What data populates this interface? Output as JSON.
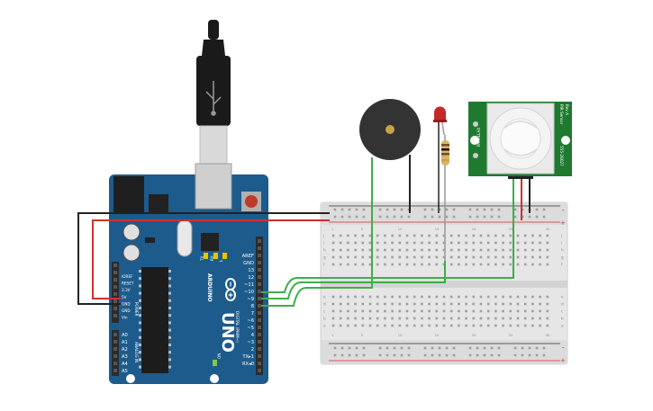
{
  "arduino": {
    "brand": "ARDUINO",
    "model": "UNO",
    "header_digital": [
      "AREF",
      "GND",
      "13",
      "12",
      "~11",
      "~10",
      "~9",
      "8",
      "7",
      "~6",
      "~5",
      "4",
      "~3",
      "2",
      "TX▸1",
      "RX◂0"
    ],
    "digital_title": "DIGITAL (PWM~)",
    "header_power": [
      "IOREF",
      "RESET",
      "3.3V",
      "5V",
      "GND",
      "GND",
      "Vin"
    ],
    "power_title": "POWER",
    "header_analog": [
      "A0",
      "A1",
      "A2",
      "A3",
      "A4",
      "A5"
    ],
    "analog_title": "ANALOG IN",
    "tx_label": "TX",
    "rx_label": "RX",
    "l_label": "L",
    "on_label": "ON"
  },
  "pir": {
    "title": "PIR Sensor",
    "subtitle": "Rev A",
    "side_label": "PARALLAX",
    "part_no": "555-28027"
  },
  "breadboard": {
    "row_letters_top": [
      "j",
      "i",
      "h",
      "g",
      "f"
    ],
    "row_letters_bottom": [
      "e",
      "d",
      "c",
      "b",
      "a"
    ],
    "column_numbers": [
      "1",
      "5",
      "10",
      "15",
      "20",
      "25",
      "30"
    ],
    "rail_plus": "+",
    "rail_minus": "-"
  },
  "colors": {
    "arduino_board": "#1d5b8c",
    "header": "#2b2b2b",
    "wire_green": "#3fae49",
    "wire_red": "#d32f2f",
    "wire_black": "#222222",
    "pir_board": "#1f7a2f",
    "buzzer": "#333333",
    "led": "#c62828",
    "breadboard": "#e6e6e6"
  }
}
